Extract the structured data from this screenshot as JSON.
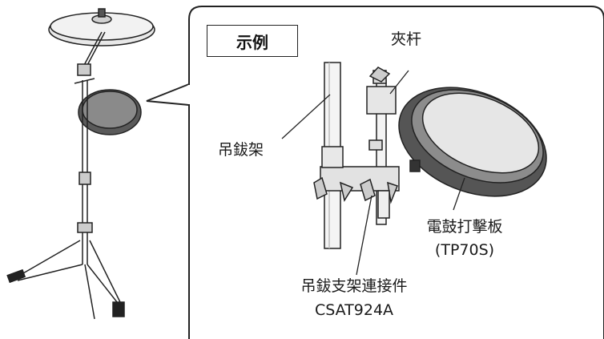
{
  "example_tag": "示例",
  "labels": {
    "clamp_rod": "夾杆",
    "cymbal_stand": "吊鈸架",
    "pad_name": "電鼓打擊板",
    "pad_model": "(TP70S)",
    "adapter_name": "吊鈸支架連接件",
    "adapter_model": "CSAT924A"
  }
}
